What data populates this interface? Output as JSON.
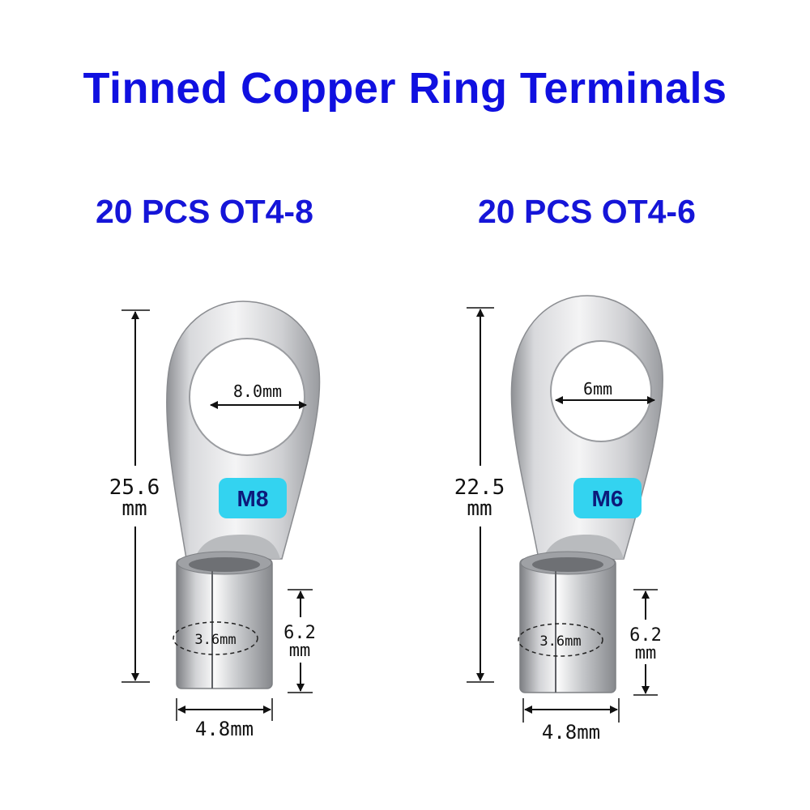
{
  "title": "Tinned Copper Ring Terminals",
  "left": {
    "heading": "20 PCS OT4-8",
    "hole_diameter": "8.0mm",
    "stud_size": "M8",
    "total_length": [
      "25.6",
      "mm"
    ],
    "barrel_inner": "3.6mm",
    "barrel_length": [
      "6.2",
      "mm"
    ],
    "barrel_width": "4.8mm"
  },
  "right": {
    "heading": "20 PCS OT4-6",
    "hole_diameter": "6mm",
    "stud_size": "M6",
    "total_length": [
      "22.5",
      "mm"
    ],
    "barrel_inner": "3.6mm",
    "barrel_length": [
      "6.2",
      "mm"
    ],
    "barrel_width": "4.8mm"
  },
  "colors": {
    "title": "#1010e0",
    "badge": "#33d3f0",
    "metal": "#c9cbcf"
  }
}
